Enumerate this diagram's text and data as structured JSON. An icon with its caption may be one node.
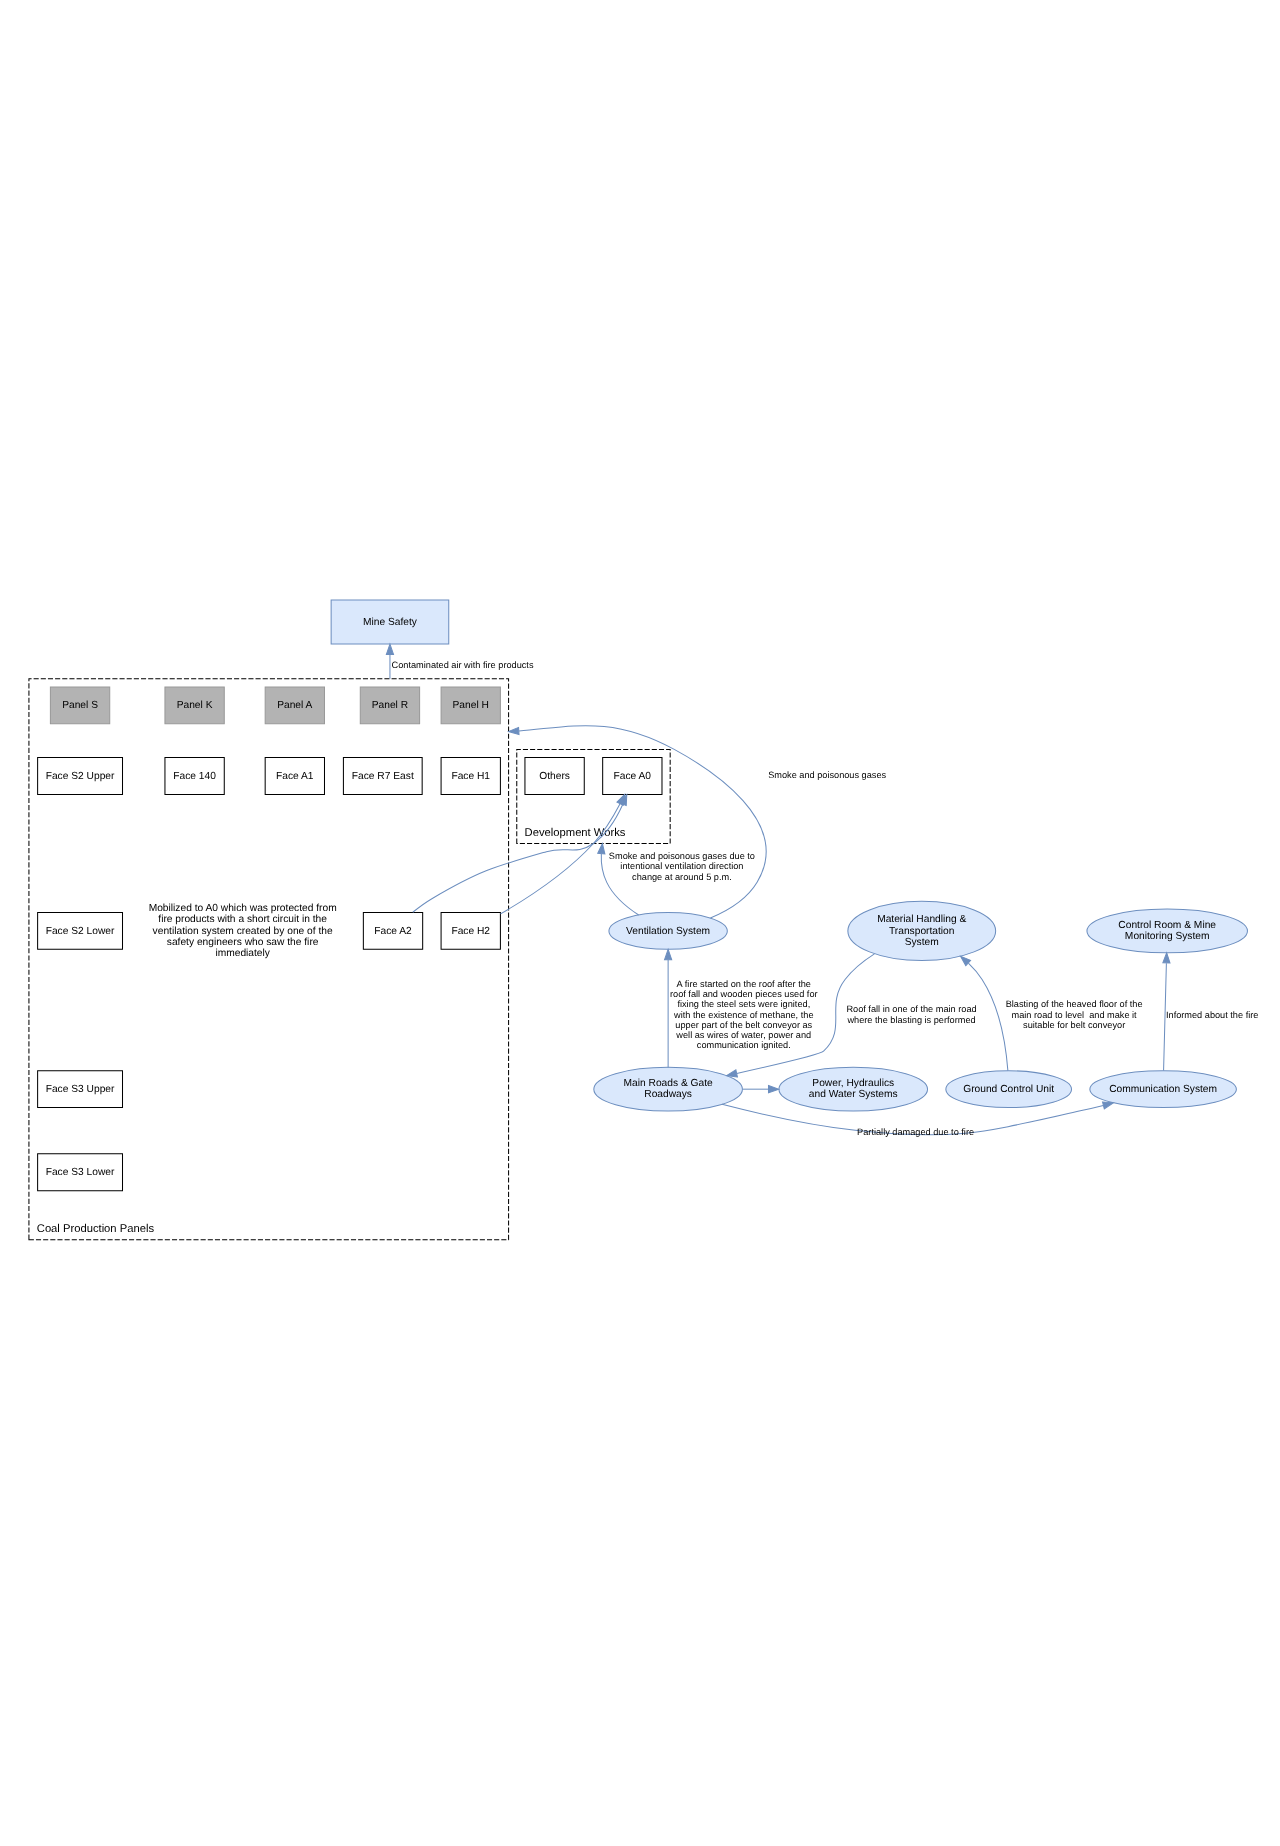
{
  "diagram": {
    "nodes": [
      {
        "text": [
          "Mine Safety"
        ]
      },
      {
        "text": [
          "Coal Production Panels"
        ],
        "beside": [
          "Mobilized to A0 which was protected from fire products with a short circuit in the ventilation system created by one of the safety engineers who saw the fire immediately"
        ]
      },
      {
        "text": [
          "Panel R"
        ],
        "in": 1
      },
      {
        "text": [
          "Panel K"
        ],
        "in": 1
      },
      {
        "text": [
          "Panel A"
        ],
        "in": 1
      },
      {
        "text": [
          "Panel H"
        ],
        "in": 1
      },
      {
        "text": [
          "Panel S"
        ],
        "in": 1
      },
      {
        "text": [
          "Face R7 East"
        ],
        "in": 1
      },
      {
        "text": [
          "Face 140"
        ],
        "in": 1
      },
      {
        "text": [
          "Face A1"
        ],
        "in": 1
      },
      {
        "text": [
          "Face H1"
        ],
        "in": 1
      },
      {
        "text": [
          "Face S2 Upper"
        ],
        "in": 1
      },
      {
        "text": [
          "Face A2"
        ],
        "in": 1
      },
      {
        "text": [
          "Face H2"
        ],
        "in": 1
      },
      {
        "text": [
          "Face S2 Lower"
        ],
        "in": 1
      },
      {
        "text": [
          "Face S3 Upper"
        ],
        "in": 1
      },
      {
        "text": [
          "Face S3 Lower"
        ],
        "in": 1
      },
      {
        "text": [
          "Development Works"
        ]
      },
      {
        "text": [
          "Face A0"
        ],
        "in": 17
      },
      {
        "text": [
          "Others"
        ],
        "in": 17
      },
      {
        "text": [
          "Ventilation System"
        ]
      },
      {
        "text": [
          "Power, Hydraulics and Water Systems"
        ]
      },
      {
        "text": [
          "Main Roads & Gate Roadways"
        ]
      },
      {
        "text": [
          "Communication System"
        ]
      },
      {
        "text": [
          "Control Room & Mine Monitoring System"
        ]
      },
      {
        "text": [
          "Material Handling & Transportation System"
        ]
      },
      {
        "text": [
          "Ground Control Unit"
        ]
      }
    ],
    "edges": [
      {
        "from": 1,
        "to": 0,
        "arrow": "to",
        "label": "Contaminated air with fire products"
      },
      {
        "from": 13,
        "to": 18,
        "arrow": "to"
      },
      {
        "from": 12,
        "to": 18,
        "arrow": "to"
      },
      {
        "from": 20,
        "to": 1,
        "arrow": "to",
        "label": "Smoke and poisonous gases"
      },
      {
        "from": 20,
        "to": 17,
        "arrow": "to",
        "label": "Smoke and poisonous gases due to intentional ventilation direction change at around 5 p.m."
      },
      {
        "from": 22,
        "to": 20,
        "arrow": "to",
        "label": "A fire started on the roof after the roof fall and wooden pieces used for fixing the steel sets were ignited, with the existence of methane, the upper part of the belt conveyor as well as wires of water, power and communication ignited."
      },
      {
        "from": 22,
        "to": 21,
        "arrow": "to"
      },
      {
        "from": 22,
        "to": 23,
        "arrow": "to",
        "label": "Partially damaged due to fire"
      },
      {
        "from": 23,
        "to": 24,
        "arrow": "to",
        "label": "Informed about the fire"
      },
      {
        "from": 25,
        "to": 22,
        "arrow": "to",
        "label": "Roof fall in one of the main road where the blasting is performed"
      },
      {
        "from": 26,
        "to": 25,
        "arrow": "to",
        "label": "Blasting of the heaved floor of the main road to level  and make it suitable for belt conveyor"
      }
    ]
  }
}
